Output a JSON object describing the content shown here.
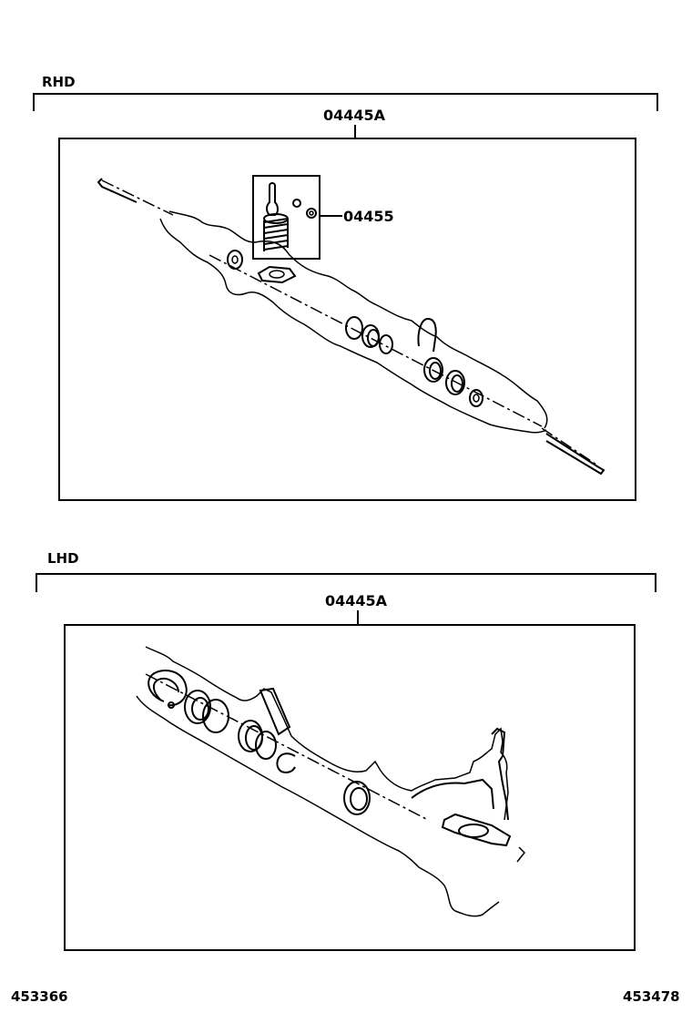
{
  "sections": [
    {
      "label": "RHD",
      "part_number": "04445A"
    },
    {
      "label": "LHD",
      "part_number": "04445A"
    }
  ],
  "callouts": {
    "valve_part_number": "04455"
  },
  "footer": {
    "left_code": "453366",
    "right_code": "453478"
  }
}
